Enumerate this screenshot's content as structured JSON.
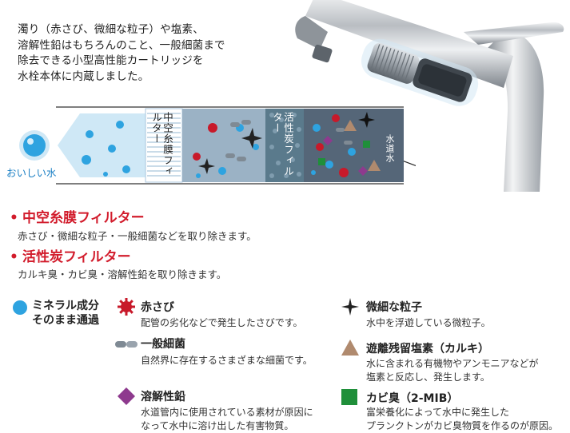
{
  "intro": {
    "lines": [
      "濁り（赤さび、微細な粒子）や塩素、",
      "溶解性鉛はもちろんのこと、一般細菌まで",
      "除去できる小型高性能カートリッジを",
      "水栓本体に内蔵しました。"
    ]
  },
  "diagram": {
    "output_label": "おいしい水",
    "hollow_fiber_label": "中空糸膜フィルター",
    "carbon_label": "活性炭フィルター",
    "tap_water_label": "水道水"
  },
  "filters": [
    {
      "bullet": "•",
      "title": "中空糸膜フィルター",
      "desc": "赤さび・微細な粒子・一般細菌などを取り除きます。"
    },
    {
      "bullet": "•",
      "title": "活性炭フィルター",
      "desc": "カルキ臭・カビ臭・溶解性鉛を取り除きます。"
    }
  ],
  "legend": {
    "mineral": {
      "line1": "ミネラル成分",
      "line2": "そのまま通過",
      "icon": "blue-dot"
    },
    "items": [
      {
        "key": "rust",
        "icon": "red-gear",
        "title": "赤さび",
        "desc": [
          "配管の劣化などで発生したさびです。"
        ]
      },
      {
        "key": "particle",
        "icon": "black-star",
        "title": "微細な粒子",
        "desc": [
          "水中を浮遊している微粒子。"
        ]
      },
      {
        "key": "bacteria",
        "icon": "gray-capsules",
        "title": "一般細菌",
        "desc": [
          "自然界に存在するさまざまな細菌です。"
        ]
      },
      {
        "key": "chlorine",
        "icon": "brown-triangle",
        "title": "遊離残留塩素（カルキ）",
        "desc": [
          "水に含まれる有機物やアンモニアなどが",
          "塩素と反応し、発生します。"
        ]
      },
      {
        "key": "lead",
        "icon": "purple-diamond",
        "title": "溶解性鉛",
        "desc": [
          "水道管内に使用されている素材が原因に",
          "なって水中に溶け出した有害物質。"
        ]
      },
      {
        "key": "mold",
        "icon": "green-square",
        "title": "カビ臭（2-MIB）",
        "desc": [
          "富栄養化によって水中に発生した",
          "プランクトンがカビ臭物質を作るのが原因。"
        ]
      }
    ]
  },
  "colors": {
    "accent_red": "#d21c2c",
    "water_blue": "#2ea3e0",
    "tap_water_bg": "#556678",
    "carbon_bg": "#5a7a8c",
    "purified_bg": "#cfe8f6"
  }
}
